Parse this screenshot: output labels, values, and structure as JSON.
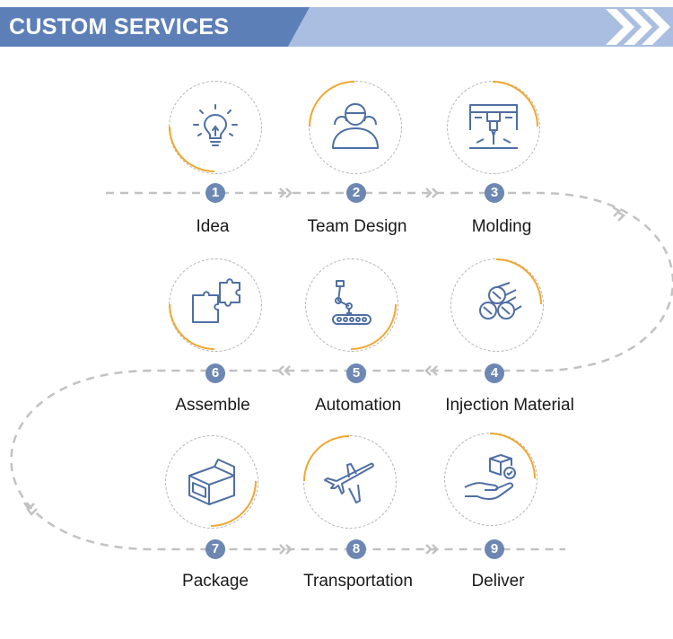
{
  "header": {
    "title": "CUSTOM SERVICES"
  },
  "colors": {
    "accent": "#5d7fb8",
    "badge": "#6d87b3",
    "highlight": "#f0a830",
    "icon": "#4f6fa3",
    "dash": "#c2c2c2"
  },
  "steps": [
    {
      "number": "1",
      "label": "Idea",
      "icon": "lightbulb-icon"
    },
    {
      "number": "2",
      "label": "Team Design",
      "icon": "team-icon"
    },
    {
      "number": "3",
      "label": "Molding",
      "icon": "molding-machine-icon"
    },
    {
      "number": "4",
      "label": "Injection Material",
      "icon": "material-rods-icon"
    },
    {
      "number": "5",
      "label": "Automation",
      "icon": "robot-arm-icon"
    },
    {
      "number": "6",
      "label": "Assemble",
      "icon": "puzzle-icon"
    },
    {
      "number": "7",
      "label": "Package",
      "icon": "package-box-icon"
    },
    {
      "number": "8",
      "label": "Transportation",
      "icon": "airplane-icon"
    },
    {
      "number": "9",
      "label": "Deliver",
      "icon": "deliver-hand-icon"
    }
  ]
}
